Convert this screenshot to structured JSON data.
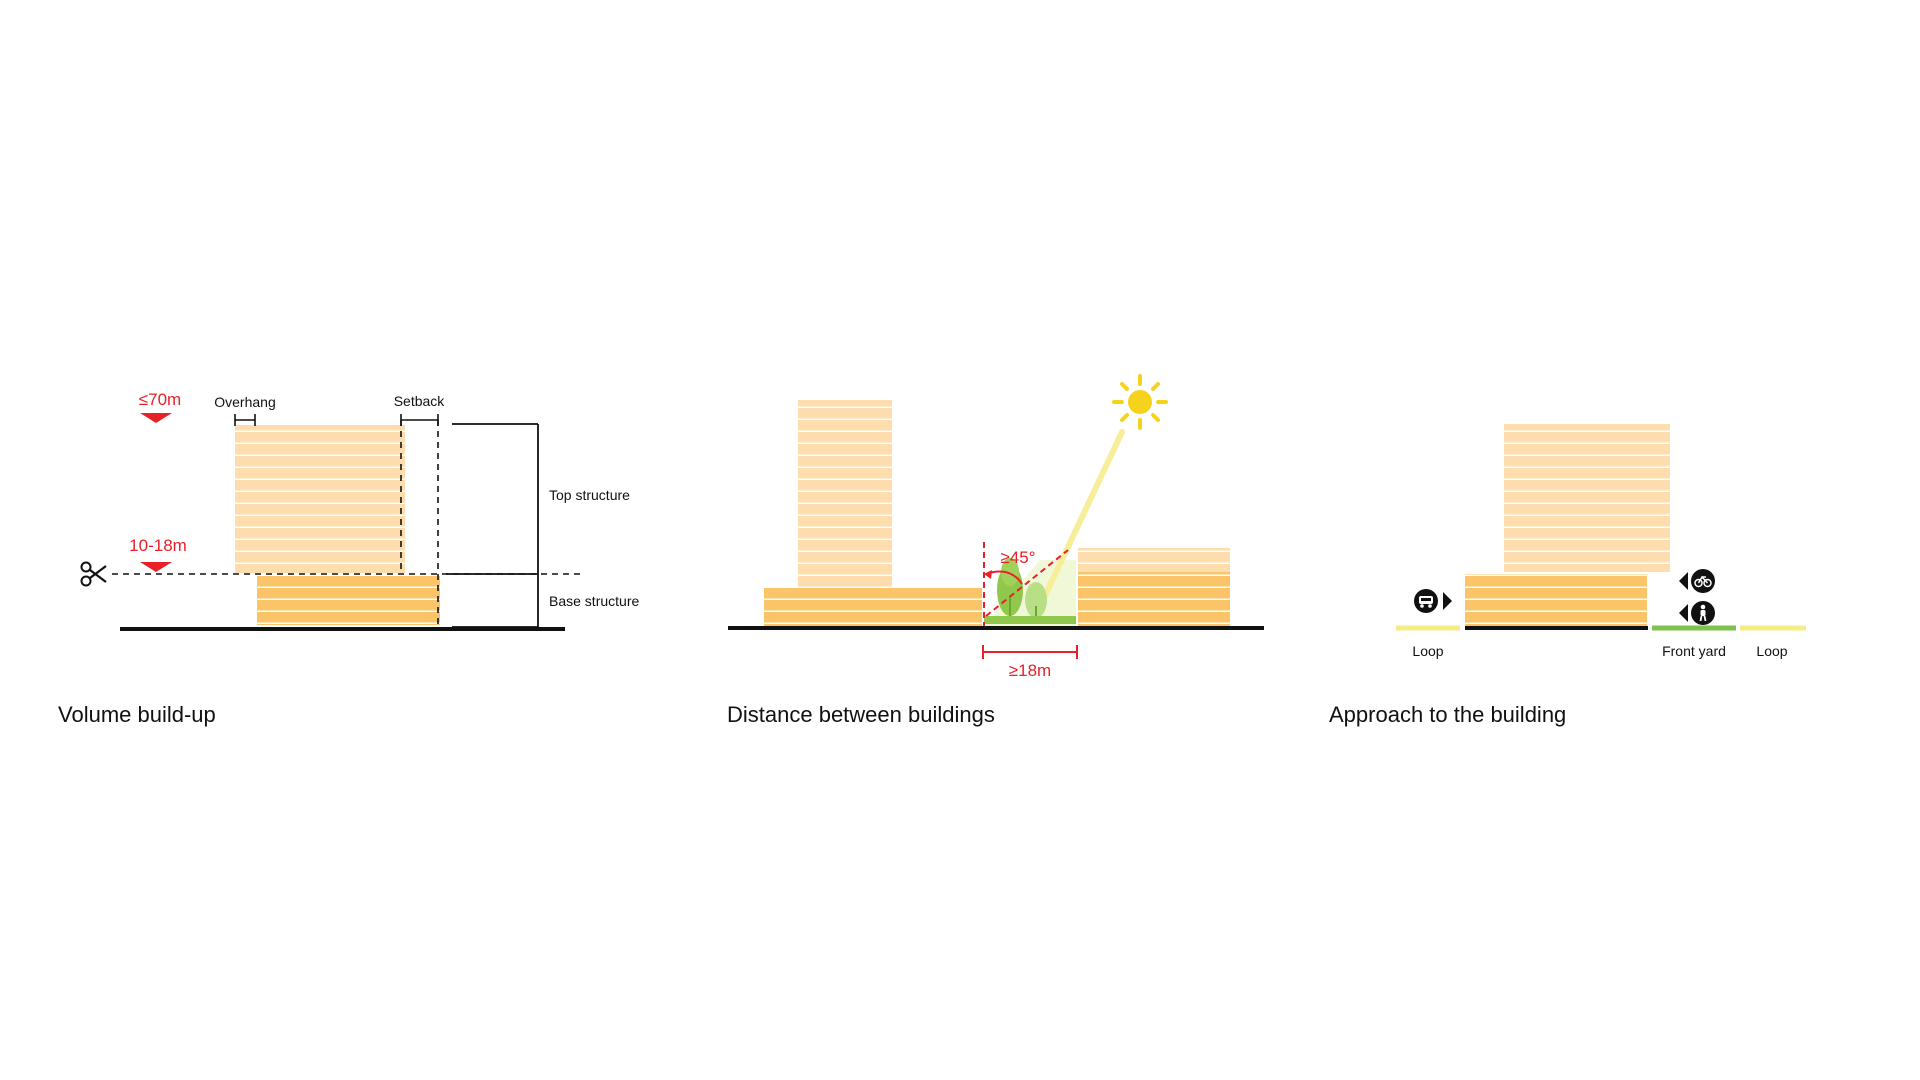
{
  "colors": {
    "base_block": "#fcc469",
    "top_block": "#fdddae",
    "floor_line": "#ffffff",
    "accent_red": "#e8202a",
    "ground": "#111111",
    "sun": "#f5d31c",
    "sun_ray": "#f8ee9a",
    "tree": "#8fc84a",
    "front_yard": "#7dc24a",
    "loop": "#f6ec86",
    "label": "#111111"
  },
  "volume": {
    "title": "Volume build-up",
    "height_max": "≤70m",
    "height_base": "10-18m",
    "overhang_label": "Overhang",
    "setback_label": "Setback",
    "top_structure_label": "Top structure",
    "base_structure_label": "Base structure",
    "cut_icon": "scissors-icon"
  },
  "distance": {
    "title": "Distance between buildings",
    "angle_label": "≥45°",
    "distance_label": "≥18m",
    "sun_icon": "sun-icon",
    "tree_icon": "tree-icon"
  },
  "approach": {
    "title": "Approach to the building",
    "loop_left_label": "Loop",
    "front_yard_label": "Front yard",
    "loop_right_label": "Loop",
    "car_icon": "car-icon",
    "bike_icon": "bicycle-icon",
    "pedestrian_icon": "pedestrian-icon"
  }
}
